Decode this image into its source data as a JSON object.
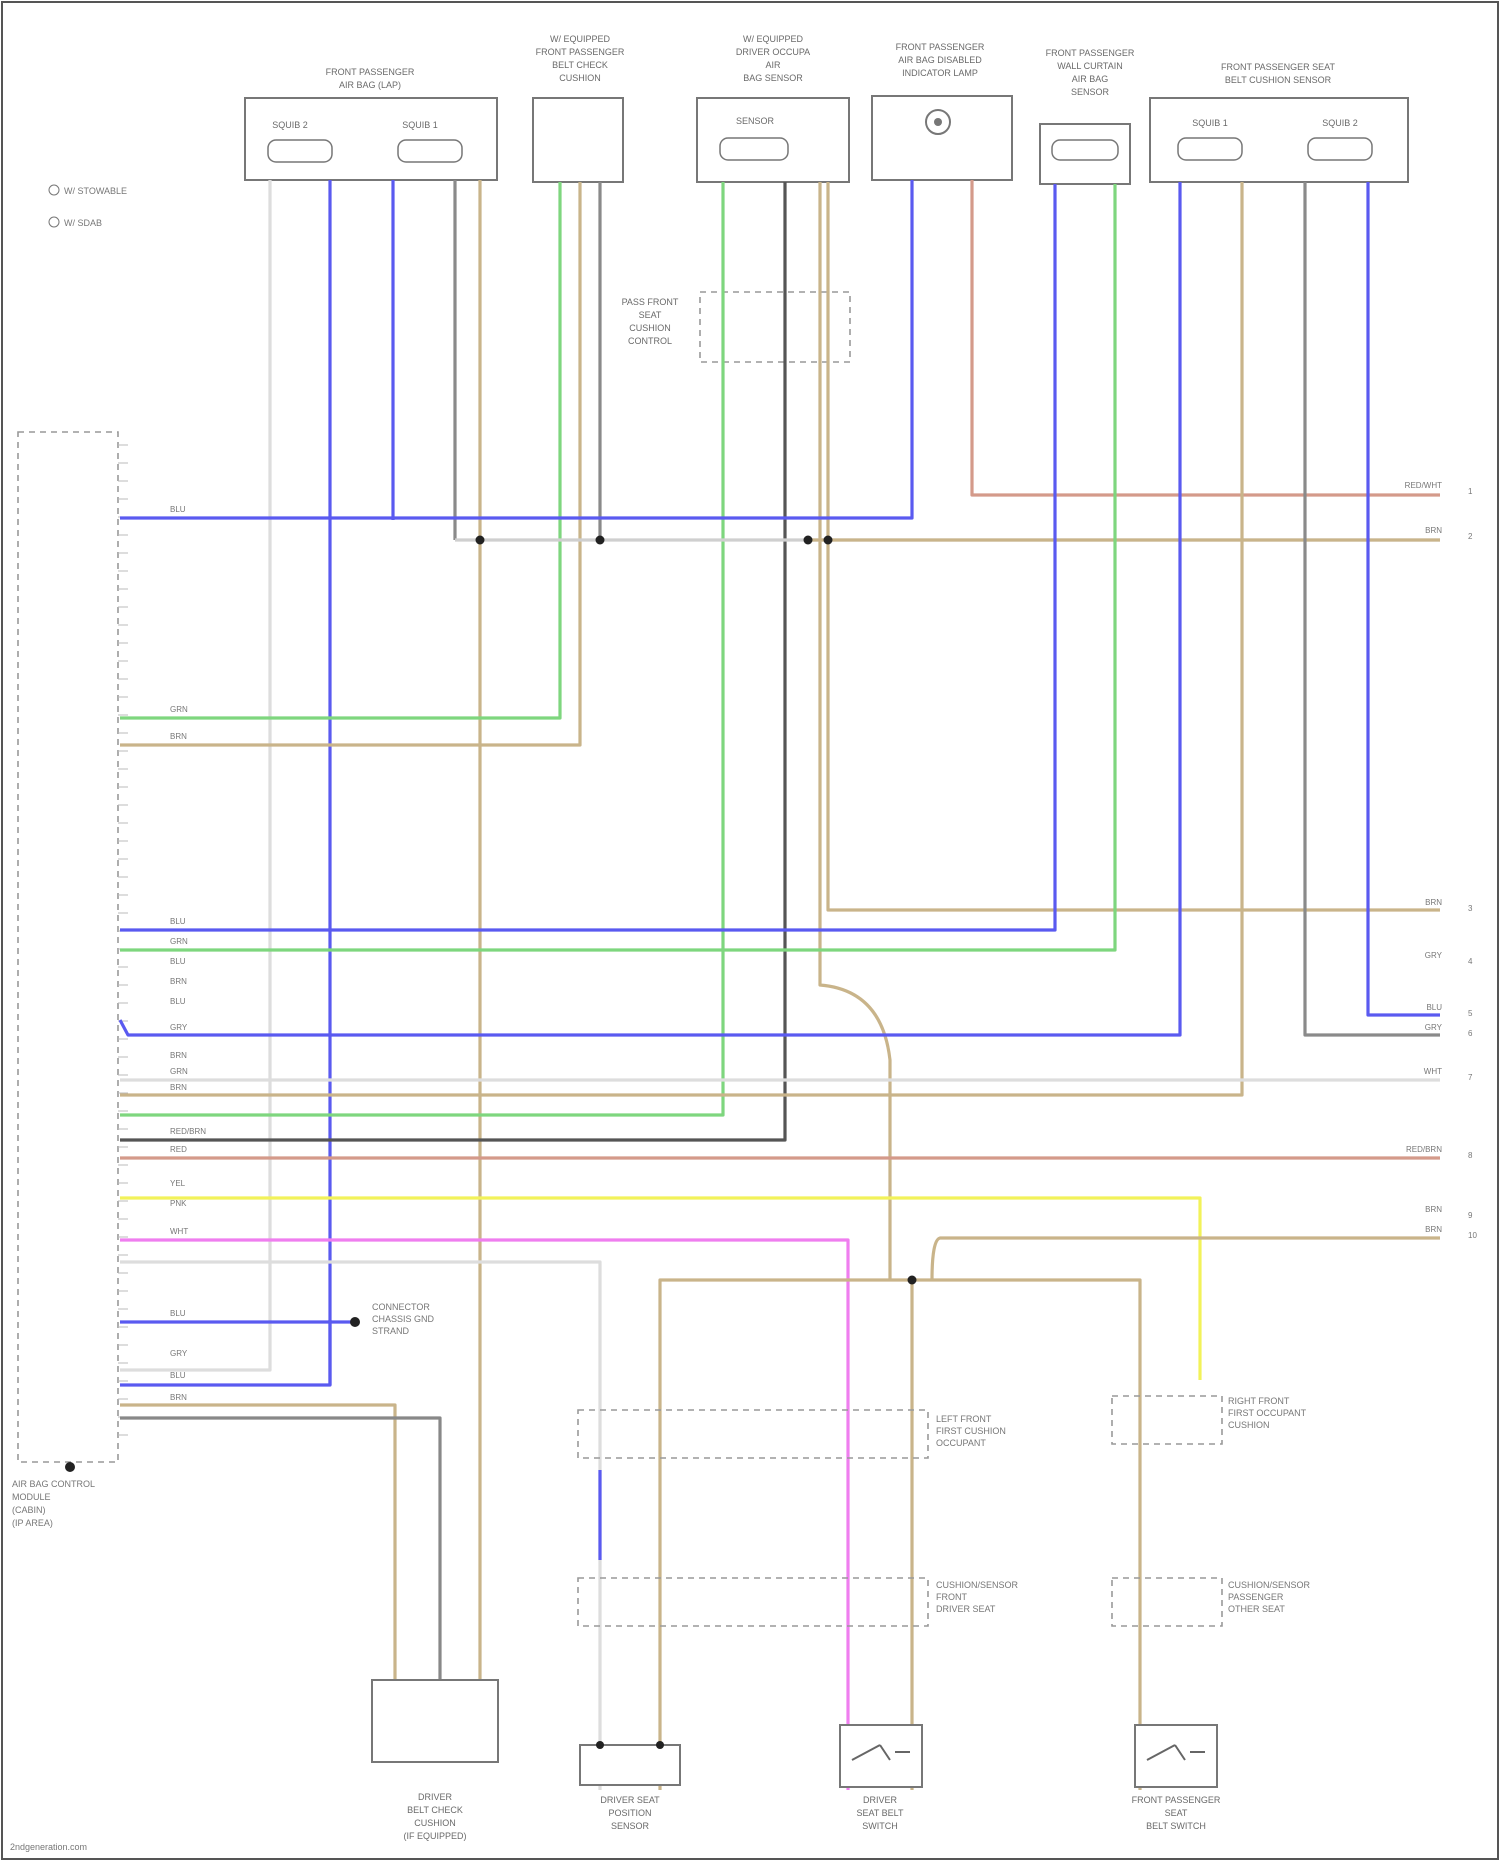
{
  "wire_colors": {
    "BLU": "#5a5af0",
    "GRN": "#7ed67e",
    "BRN": "#c9b48a",
    "WHT": "#dddddd",
    "GRY": "#8a8a8a",
    "RED": "#d49a8a",
    "YEL": "#f2f25a",
    "PNK": "#ef7eef",
    "DK": "#555555"
  },
  "legend": [
    {
      "symbol": "circle",
      "text": "W/ STOWABLE"
    },
    {
      "symbol": "circle",
      "text": "W/ SDAB"
    }
  ],
  "components": {
    "fp_airbag": {
      "title": [
        "FRONT PASSENGER",
        "AIR BAG (LAP)"
      ],
      "sub": [
        "SQUIB 2",
        "SQUIB 1"
      ]
    },
    "pass_belt_lower": {
      "title": [
        "W/ EQUIPPED",
        "FRONT PASSENGER",
        "BELT CHECK",
        "CUSHION"
      ]
    },
    "pass_sensor": {
      "title": [
        "W/ EQUIPPED",
        "DRIVER OCCUPA",
        "AIR",
        "BAG SENSOR"
      ],
      "sub": [
        "SENSOR"
      ]
    },
    "pass_indicator": {
      "title": [
        "FRONT PASSENGER",
        "AIR BAG DISABLED",
        "INDICATOR LAMP"
      ]
    },
    "pass_wall": {
      "title": [
        "FRONT PASSENGER",
        "WALL CURTAIN",
        "AIR BAG",
        "SENSOR"
      ]
    },
    "pass_pretensioner": {
      "title": [
        "FRONT PASSENGER SEAT",
        "BELT CUSHION SENSOR"
      ],
      "sub": [
        "SQUIB 1",
        "SQUIB 2"
      ]
    },
    "pass_conn": {
      "title": [
        "PASS FRONT",
        "SEAT",
        "CUSHION",
        "CONTROL"
      ]
    },
    "srs_module": {
      "title": [
        "AIR BAG CONTROL",
        "MODULE",
        "(CABIN)",
        "(IP AREA)"
      ]
    },
    "gnd_note": {
      "text": [
        "CONNECTOR",
        "CHASSIS GND",
        "STRAND"
      ]
    },
    "driver_belt": {
      "title": [
        "DRIVER",
        "BELT CHECK",
        "CUSHION",
        "(IF EQUIPPED)"
      ]
    },
    "driver_seat_pos": {
      "title": [
        "DRIVER SEAT",
        "POSITION",
        "SENSOR"
      ]
    },
    "driver_belt_sw": {
      "title": [
        "DRIVER",
        "SEAT BELT",
        "SWITCH"
      ]
    },
    "pass_belt_sw": {
      "title": [
        "FRONT PASSENGER",
        "SEAT",
        "BELT SWITCH"
      ]
    },
    "left_conn": {
      "title": [
        "LEFT FRONT",
        "FIRST CUSHION",
        "OCCUPANT"
      ]
    },
    "right_conn": {
      "title": [
        "RIGHT FRONT",
        "FIRST OCCUPANT",
        "CUSHION"
      ]
    },
    "left_cushion": {
      "title": [
        "CUSHION/SENSOR",
        "FRONT",
        "DRIVER SEAT"
      ]
    },
    "right_cushion": {
      "title": [
        "CUSHION/SENSOR",
        "PASSENGER",
        "OTHER SEAT"
      ]
    }
  },
  "module_wire_labels": [
    "BLU",
    "GRN",
    "BRN",
    "BLU",
    "GRN",
    "BLU",
    "BRN",
    "BLU",
    "GRY",
    "BRN",
    "GRN",
    "BRN",
    "RED/BRN",
    "RED",
    "YEL",
    "PNK",
    "WHT",
    "BLU",
    "GRY",
    "BLU",
    "BRN"
  ],
  "right_edge_labels": [
    {
      "text": "RED/WHT",
      "ref": "1"
    },
    {
      "text": "BRN",
      "ref": "2"
    },
    {
      "text": "BRN",
      "ref": "3"
    },
    {
      "text": "GRY",
      "ref": "4"
    },
    {
      "text": "BLU",
      "ref": "5"
    },
    {
      "text": "GRY",
      "ref": "6"
    },
    {
      "text": "WHT",
      "ref": "7"
    },
    {
      "text": "RED/BRN",
      "ref": "8"
    },
    {
      "text": "BRN",
      "ref": "9"
    },
    {
      "text": "BRN",
      "ref": "10"
    }
  ],
  "footer": "2ndgeneration.com"
}
